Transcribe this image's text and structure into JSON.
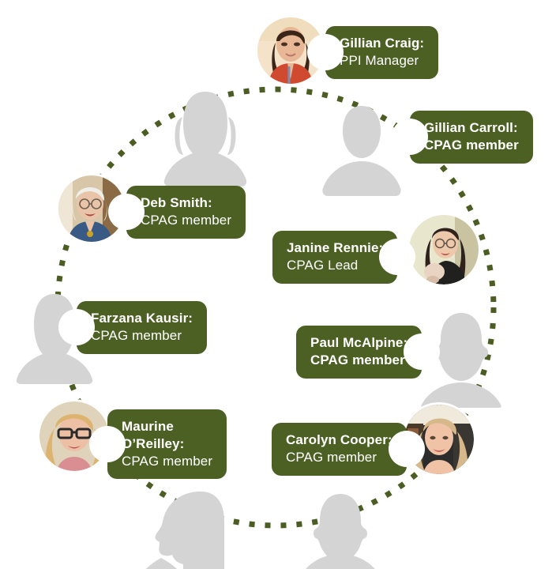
{
  "graphic": {
    "title": "CPAG team circle",
    "ring_color": "#4b5d23",
    "pill_color": "#4d6024",
    "pill_text_color": "#ffffff",
    "silhouette_color": "#d4d4d4",
    "background_color": "#ffffff"
  },
  "members": [
    {
      "id": "gillian-craig",
      "name": "Gillian Craig:",
      "role": "PPI Manager",
      "avatar": "photo",
      "avatar_kind": "photo-woman-red-top"
    },
    {
      "id": "gillian-carroll",
      "name": "Gillian Carroll:",
      "role": "CPAG member",
      "avatar": "placeholder",
      "avatar_kind": "silhouette-short-hair"
    },
    {
      "id": "janine-rennie",
      "name": "Janine Rennie:",
      "role": "CPAG Lead",
      "avatar": "photo",
      "avatar_kind": "photo-woman-glasses-dark-hair"
    },
    {
      "id": "paul-mcalpine",
      "name": "Paul McAlpine:",
      "role": "CPAG member",
      "avatar": "placeholder",
      "avatar_kind": "silhouette-man"
    },
    {
      "id": "carolyn-cooper",
      "name": "Carolyn Cooper:",
      "role": "CPAG member",
      "avatar": "photo",
      "avatar_kind": "photo-woman-blonde"
    },
    {
      "id": "bottom-right-placeholder",
      "name": "",
      "role": "",
      "avatar": "placeholder",
      "avatar_kind": "silhouette-man-short-hair"
    },
    {
      "id": "bottom-left-placeholder",
      "name": "",
      "role": "",
      "avatar": "placeholder",
      "avatar_kind": "silhouette-profile"
    },
    {
      "id": "maurine-oreilley",
      "name_line1": "Maurine",
      "name_line2": "O’Reilley:",
      "role": "CPAG member",
      "avatar": "photo",
      "avatar_kind": "photo-woman-glasses-blonde"
    },
    {
      "id": "farzana-kausir",
      "name": "Farzana Kausir:",
      "role": "CPAG member",
      "avatar": "placeholder",
      "avatar_kind": "silhouette-long-hair"
    },
    {
      "id": "deb-smith",
      "name": "Deb Smith:",
      "role": "CPAG member",
      "avatar": "photo",
      "avatar_kind": "photo-older-woman-glasses"
    },
    {
      "id": "top-left-placeholder",
      "name": "",
      "role": "",
      "avatar": "placeholder",
      "avatar_kind": "silhouette-long-hair"
    }
  ]
}
